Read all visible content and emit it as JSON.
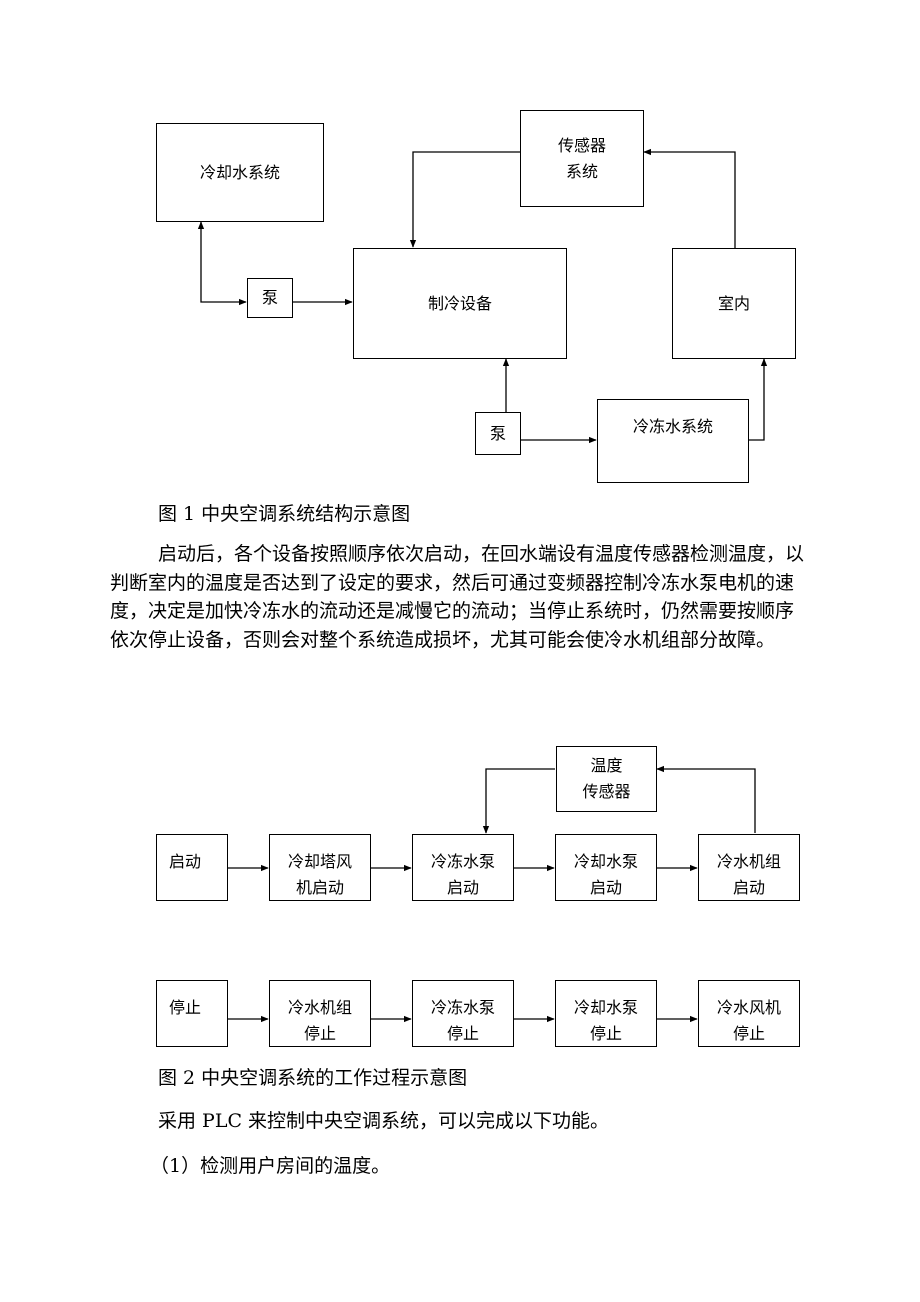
{
  "figure1": {
    "boxes": {
      "cooling_water_system": "冷却水系统",
      "sensor_system": "传感器\n系统",
      "pump_left": "泵",
      "refrigeration_equipment": "制冷设备",
      "indoor": "室内",
      "pump_bottom": "泵",
      "chilled_water_system": "冷冻水系统"
    },
    "caption": "图 1 中央空调系统结构示意图"
  },
  "paragraph": {
    "text": "启动后，各个设备按照顺序依次启动，在回水端设有温度传感器检测温度，以判断室内的温度是否达到了设定的要求，然后可通过变频器控制冷冻水泵电机的速度，决定是加快冷冻水的流动还是减慢它的流动；当停止系统时，仍然需要按顺序依次停止设备，否则会对整个系统造成损坏，尤其可能会使冷水机组部分故障。"
  },
  "figure2": {
    "temperature_sensor": "温度\n传感器",
    "start_row": [
      "启动",
      "冷却塔风\n机启动",
      "冷冻水泵\n启动",
      "冷却水泵\n启动",
      "冷水机组\n启动"
    ],
    "stop_row": [
      "停止",
      "冷水机组\n停止",
      "冷冻水泵\n停止",
      "冷却水泵\n停止",
      "冷水风机\n停止"
    ],
    "caption": "图 2 中央空调系统的工作过程示意图"
  },
  "intro_line": "采用 PLC 来控制中央空调系统，可以完成以下功能。",
  "list_item_1": "（1）检测用户房间的温度。"
}
